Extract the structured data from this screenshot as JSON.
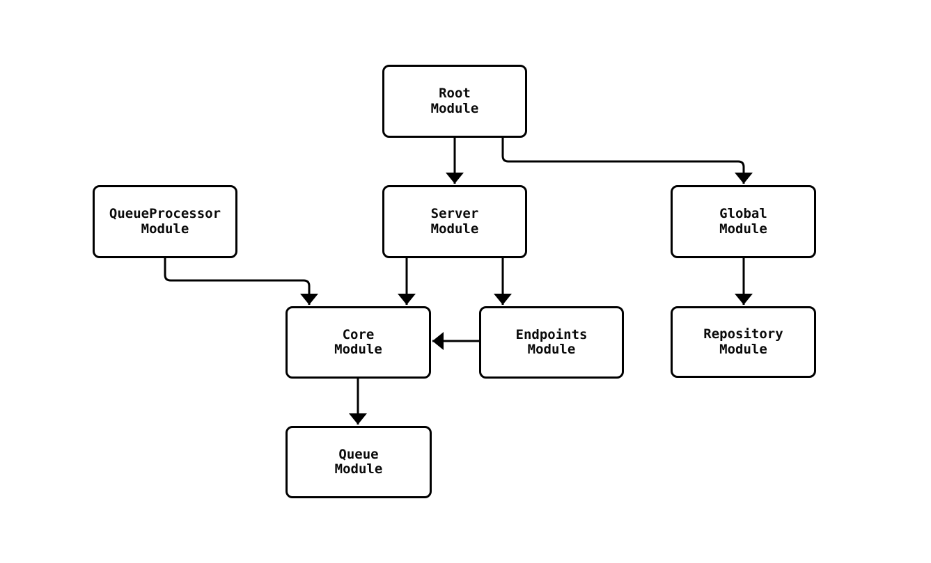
{
  "diagram": {
    "type": "flowchart",
    "background_color": "#ffffff",
    "node_fill_color": "#ffffff",
    "node_border_color": "#000000",
    "text_color": "#0a0a0a",
    "edge_color": "#000000",
    "nodes": [
      {
        "id": "root",
        "label": "Root\nModule"
      },
      {
        "id": "queueprocessor",
        "label": "QueueProcessor\nModule"
      },
      {
        "id": "server",
        "label": "Server\nModule"
      },
      {
        "id": "global",
        "label": "Global\nModule"
      },
      {
        "id": "core",
        "label": "Core\nModule"
      },
      {
        "id": "endpoints",
        "label": "Endpoints\nModule"
      },
      {
        "id": "repository",
        "label": "Repository\nModule"
      },
      {
        "id": "queue",
        "label": "Queue\nModule"
      }
    ],
    "edges": [
      {
        "from": "Root Module",
        "to": "Server Module"
      },
      {
        "from": "Root Module",
        "to": "Global Module"
      },
      {
        "from": "QueueProcessor Module",
        "to": "Core Module"
      },
      {
        "from": "Server Module",
        "to": "Core Module"
      },
      {
        "from": "Server Module",
        "to": "Endpoints Module"
      },
      {
        "from": "Endpoints Module",
        "to": "Core Module"
      },
      {
        "from": "Global Module",
        "to": "Repository Module"
      },
      {
        "from": "Core Module",
        "to": "Queue Module"
      }
    ]
  }
}
